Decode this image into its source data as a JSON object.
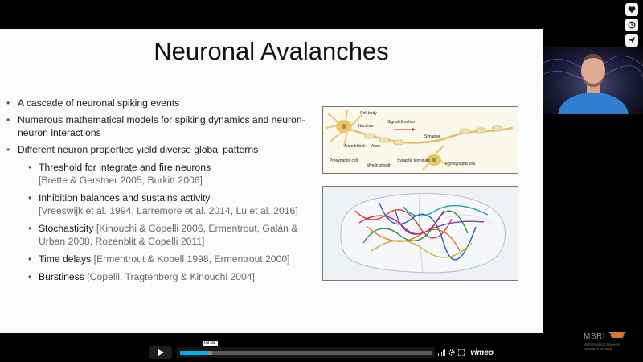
{
  "side_actions": {
    "like_icon": "heart-icon",
    "watch_later_icon": "clock-icon",
    "share_icon": "paper-plane-icon"
  },
  "slide": {
    "title": "Neuronal Avalanches",
    "bullets": [
      {
        "text": "A cascade of neuronal spiking events"
      },
      {
        "text": "Numerous mathematical models for spiking dynamics and neuron-neuron interactions"
      },
      {
        "text": "Different neuron properties yield diverse global patterns",
        "sub": [
          {
            "head": "Threshold for integrate and fire neurons",
            "ref": "[Brette & Gerstner 2005, Burkitt 2006]"
          },
          {
            "head": "Inhibition balances and sustains activity",
            "ref": "[Vreeswijk et al. 1994, Larremore et al. 2014, Lu et al. 2016]"
          },
          {
            "head": "Stochasticity",
            "ref": "[Kinouchi & Copelli 2006, Ermentrout, Galán & Urban 2008, Rozenblit & Copelli 2011]"
          },
          {
            "head": "Time delays",
            "ref": "[Ermentrout & Kopell 1998, Ermentrout 2000]"
          },
          {
            "head": "Burstiness",
            "ref": "[Copelli, Tragtenberg & Kinouchi 2004]"
          }
        ]
      }
    ],
    "neuron_diagram": {
      "cell_body": "Cell body",
      "nucleus": "Nucleus",
      "signal_direction": "Signal direction",
      "synapse": "Synapse",
      "axon_hillock": "Axon hillock",
      "axon": "Axon",
      "presynaptic_cell": "Presynaptic cell",
      "myelin_sheath": "Myelin sheath",
      "synaptic_terminals": "Synaptic terminals",
      "postsynaptic_cell": "Postsynaptic cell"
    }
  },
  "player": {
    "play_icon": "play-icon",
    "current_time": "03:25",
    "progress": 0.11,
    "buffered": 0.13,
    "brand": "vimeo"
  },
  "watermark": {
    "name": "MSRI",
    "subtitle_1": "Mathematical Sciences",
    "subtitle_2": "Research Institute"
  },
  "colors": {
    "accent": "#00adef",
    "player_bg": "#151515",
    "slide_bg": "#fbfbfb"
  }
}
